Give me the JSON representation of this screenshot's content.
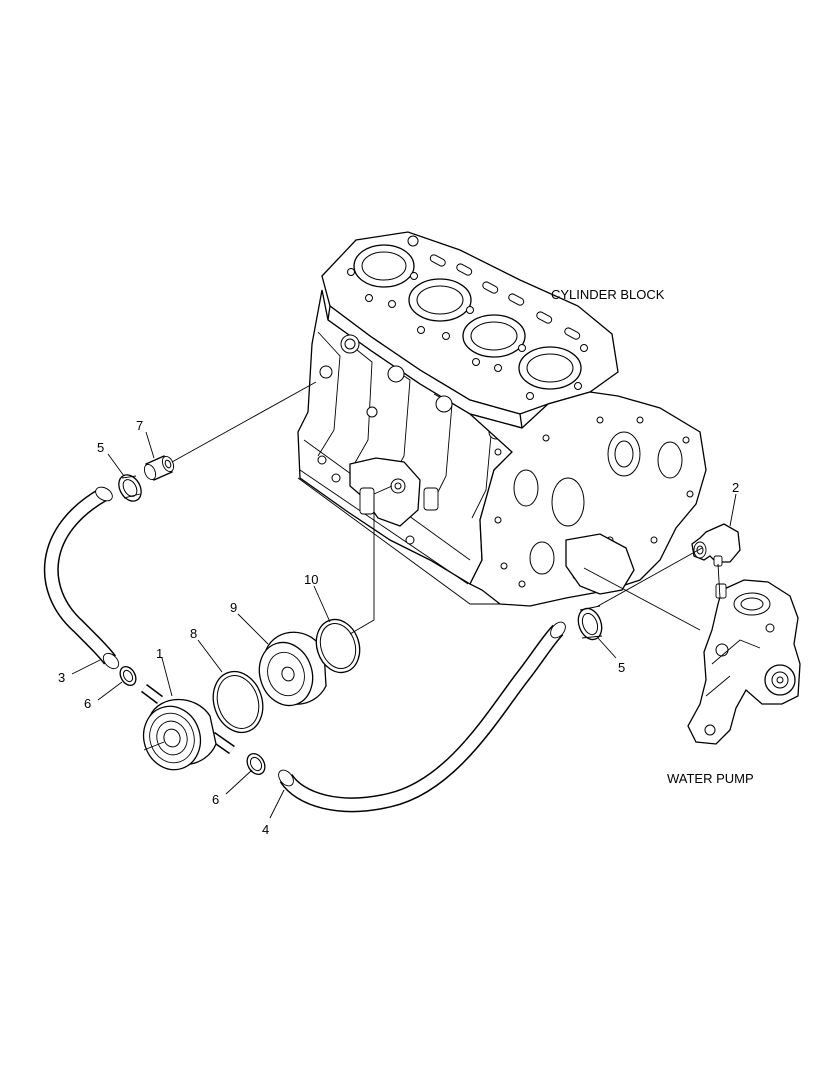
{
  "diagram": {
    "labels": {
      "cylinder_block": "CYLINDER BLOCK",
      "water_pump": "WATER PUMP"
    },
    "callouts": {
      "c1": "1",
      "c2": "2",
      "c3": "3",
      "c4": "4",
      "c5a": "5",
      "c5b": "5",
      "c6a": "6",
      "c6b": "6",
      "c7": "7",
      "c8": "8",
      "c9": "9",
      "c10": "10"
    }
  }
}
